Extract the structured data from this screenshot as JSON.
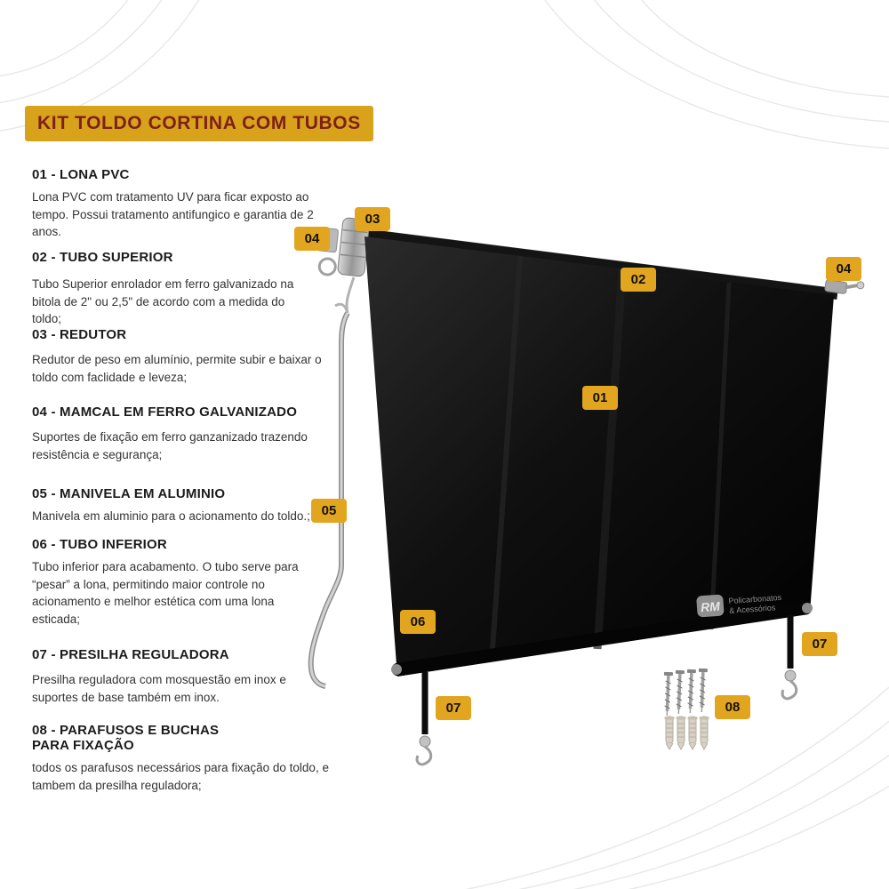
{
  "title": "KIT TOLDO CORTINA COM TUBOS",
  "sections": [
    {
      "id": "01",
      "heading": "01 - LONA PVC",
      "body": "Lona PVC com tratamento UV para ficar exposto ao tempo. Possui tratamento antifungico e garantia de 2 anos."
    },
    {
      "id": "02",
      "heading": "02 - TUBO SUPERIOR",
      "body": "Tubo Superior enrolador em ferro galvanizado na bitola de 2\" ou 2,5\" de acordo com a medida do toldo;"
    },
    {
      "id": "03",
      "heading": "03 - REDUTOR",
      "body": "Redutor de peso em alumínio, permite subir e baixar o toldo com faclidade e leveza;"
    },
    {
      "id": "04",
      "heading": "04 - MAMCAL  EM FERRO GALVANIZADO",
      "body": "Suportes de fixação em ferro ganzanizado trazendo resistência e segurança;"
    },
    {
      "id": "05",
      "heading": "05 - MANIVELA EM ALUMINIO",
      "body": "Manivela em aluminio para o acionamento do toldo.;"
    },
    {
      "id": "06",
      "heading": "06 - TUBO INFERIOR",
      "body": "Tubo inferior para acabamento. O tubo serve para “pesar” a lona, permitindo maior controle no acionamento e melhor estética com uma lona esticada;"
    },
    {
      "id": "07",
      "heading": "07 - PRESILHA REGULADORA",
      "body": "Presilha reguladora com mosquestão em inox e suportes de base também em inox."
    },
    {
      "id": "08",
      "heading": "08 - PARAFUSOS E BUCHAS PARA FIXAÇÃO",
      "body": "todos os parafusos necessários para fixação do toldo, e tambem da presilha reguladora;"
    }
  ],
  "badges": [
    {
      "label": "03"
    },
    {
      "label": "04"
    },
    {
      "label": "02"
    },
    {
      "label": "04"
    },
    {
      "label": "01"
    },
    {
      "label": "05"
    },
    {
      "label": "06"
    },
    {
      "label": "07"
    },
    {
      "label": "07"
    },
    {
      "label": "08"
    }
  ],
  "logo": {
    "initials": "RM",
    "line1": "Policarbonatos",
    "line2": "& Acessórios"
  },
  "colors": {
    "badge_bg": "#E2A51F",
    "title_bg": "#D9A21B",
    "title_text": "#7E1F1A",
    "lona": "#0a0a0a",
    "metal": "#a8a8a8"
  }
}
